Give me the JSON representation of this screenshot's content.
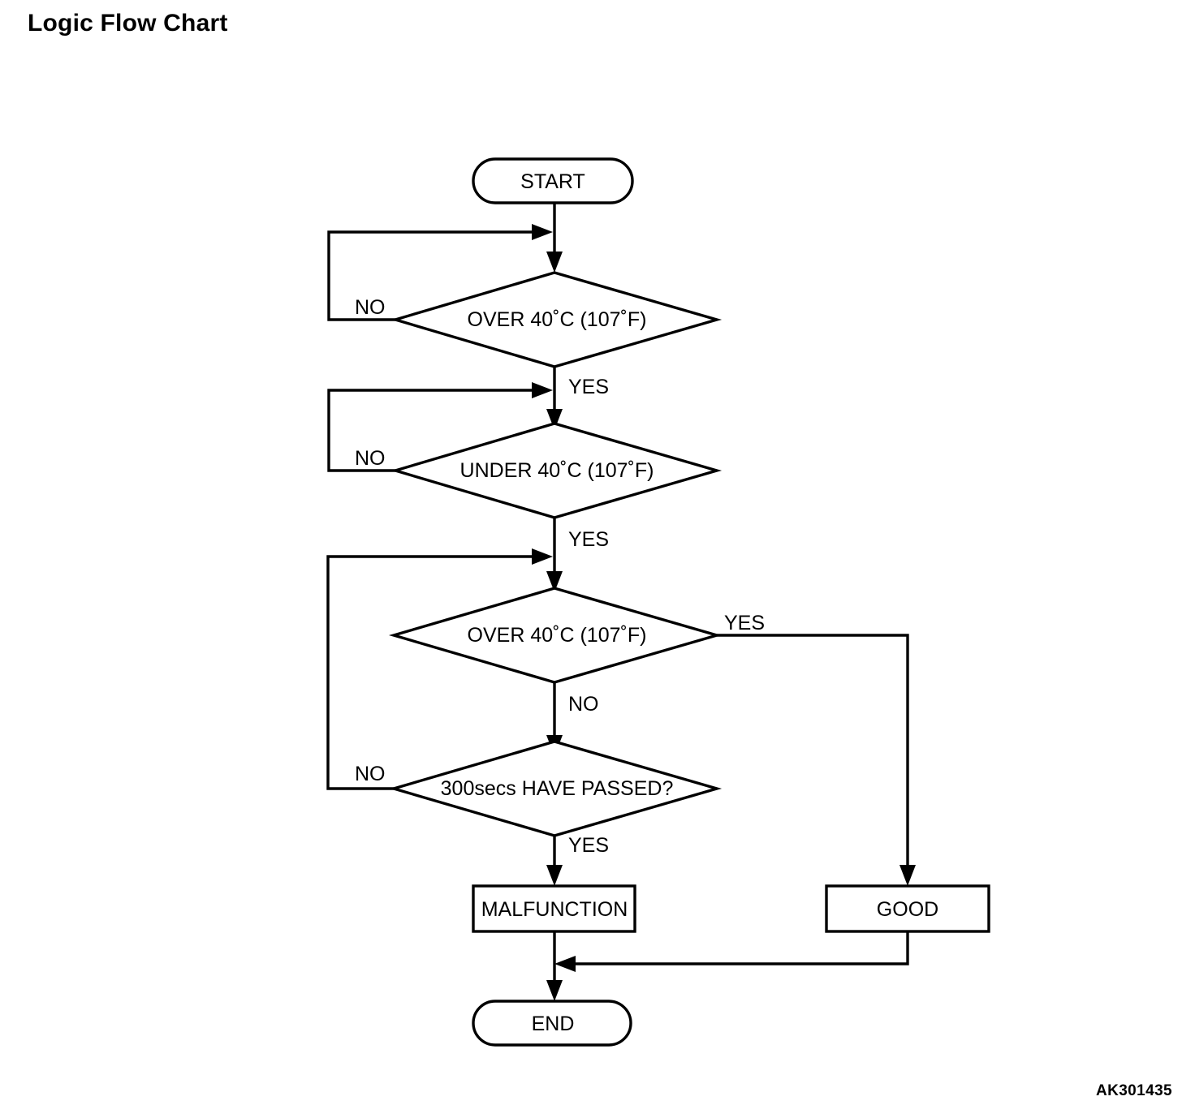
{
  "page": {
    "title": "Logic Flow Chart",
    "watermark": "AK301435",
    "background_color": "#ffffff",
    "line_color": "#000000"
  },
  "chart_data": {
    "type": "diagram",
    "diagram_kind": "flowchart",
    "title": "Logic Flow Chart",
    "nodes": [
      {
        "id": "start",
        "shape": "terminator",
        "label": "START"
      },
      {
        "id": "decision1",
        "shape": "decision",
        "label": "OVER 40˚C (107˚F)"
      },
      {
        "id": "decision2",
        "shape": "decision",
        "label": "UNDER 40˚C (107˚F)"
      },
      {
        "id": "decision3",
        "shape": "decision",
        "label": "OVER 40˚C (107˚F)"
      },
      {
        "id": "decision4",
        "shape": "decision",
        "label": "300secs HAVE PASSED?"
      },
      {
        "id": "malfunction",
        "shape": "process",
        "label": "MALFUNCTION"
      },
      {
        "id": "good",
        "shape": "process",
        "label": "GOOD"
      },
      {
        "id": "end",
        "shape": "terminator",
        "label": "END"
      }
    ],
    "edges": [
      {
        "from": "start",
        "to": "decision1",
        "label": ""
      },
      {
        "from": "decision1",
        "to": "decision1",
        "label": "NO",
        "route": "loop-left"
      },
      {
        "from": "decision1",
        "to": "decision2",
        "label": "YES"
      },
      {
        "from": "decision2",
        "to": "decision2",
        "label": "NO",
        "route": "loop-left"
      },
      {
        "from": "decision2",
        "to": "decision3",
        "label": "YES"
      },
      {
        "from": "decision3",
        "to": "good",
        "label": "YES",
        "route": "right-down"
      },
      {
        "from": "decision3",
        "to": "decision4",
        "label": "NO"
      },
      {
        "from": "decision4",
        "to": "decision3",
        "label": "NO",
        "route": "loop-left"
      },
      {
        "from": "decision4",
        "to": "malfunction",
        "label": "YES"
      },
      {
        "from": "malfunction",
        "to": "end",
        "label": ""
      },
      {
        "from": "good",
        "to": "end",
        "label": "",
        "route": "down-left"
      }
    ],
    "labels": {
      "start": "START",
      "decision1": "OVER 40˚C (107˚F)",
      "decision2": "UNDER 40˚C (107˚F)",
      "decision3": "OVER 40˚C (107˚F)",
      "decision4": "300secs HAVE PASSED?",
      "malfunction": "MALFUNCTION",
      "good": "GOOD",
      "end": "END"
    },
    "edge_labels": {
      "d1_no": "NO",
      "d1_yes": "YES",
      "d2_no": "NO",
      "d2_yes": "YES",
      "d3_yes": "YES",
      "d3_no": "NO",
      "d4_no": "NO",
      "d4_yes": "YES"
    }
  }
}
